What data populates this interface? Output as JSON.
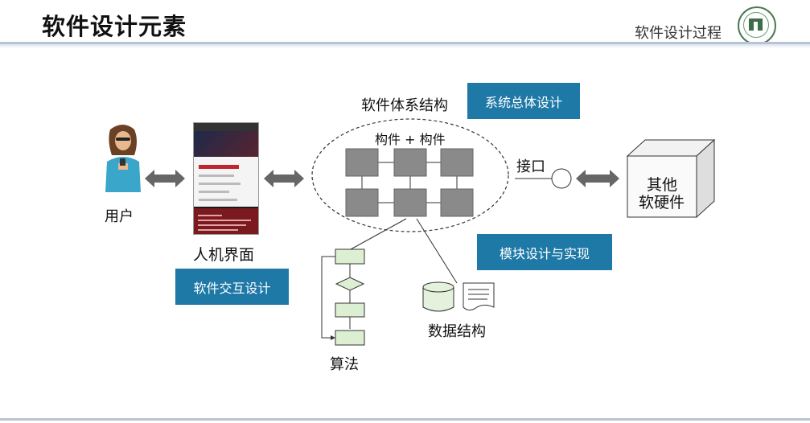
{
  "header": {
    "title": "软件设计元素",
    "section": "软件设计过程"
  },
  "labels": {
    "user": "用户",
    "ui": "人机界面",
    "architecture": "软件体系结构",
    "components": "构件 + 构件",
    "interface": "接口",
    "other_hw_line1": "其他",
    "other_hw_line2": "软硬件",
    "algorithm": "算法",
    "data_structure": "数据结构"
  },
  "tags": {
    "system_design": "系统总体设计",
    "interaction_design": "软件交互设计",
    "module_design": "模块设计与实现"
  },
  "colors": {
    "tag": "#1f79a7",
    "module_box": "#8a8a8a",
    "flow_box": "#dcefd3"
  }
}
